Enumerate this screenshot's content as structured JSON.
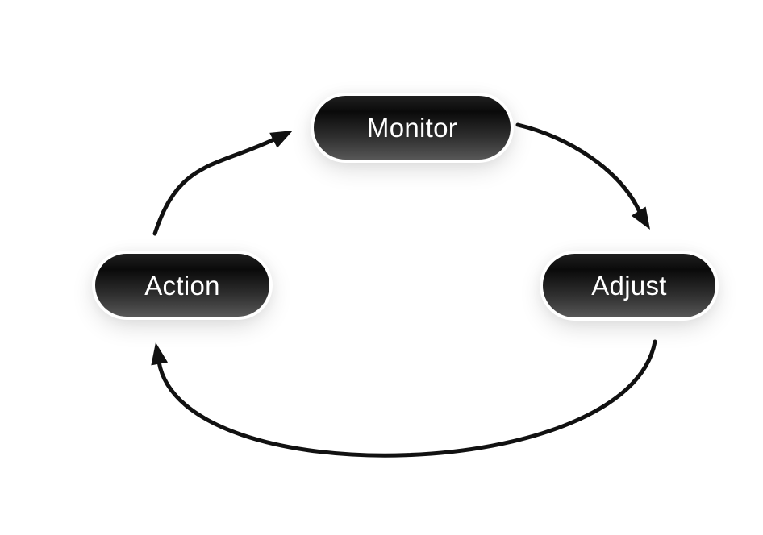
{
  "diagram": {
    "type": "cycle",
    "background_color": "#ffffff",
    "node_text_color": "#ffffff",
    "node_fill_top": "#202020",
    "node_fill_bottom": "#575757",
    "arrow_color": "#111111",
    "nodes": {
      "monitor": {
        "label": "Monitor"
      },
      "adjust": {
        "label": "Adjust"
      },
      "action": {
        "label": "Action"
      }
    },
    "edges": [
      {
        "from": "Action",
        "to": "Monitor"
      },
      {
        "from": "Monitor",
        "to": "Adjust"
      },
      {
        "from": "Adjust",
        "to": "Action"
      }
    ]
  }
}
